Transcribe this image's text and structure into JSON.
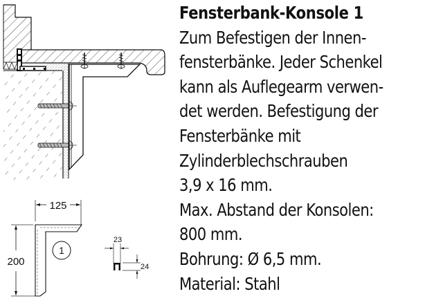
{
  "product": {
    "title": "Fensterbank-Konsole 1",
    "description_lines": [
      "Zum Befestigen der Innen-",
      "fensterbänke. Jeder Schenkel",
      "kann als Auflegearm verwen-",
      "det werden. Befestigung der",
      "Fensterbänke mit",
      "Zylinderblechschrauben",
      "3,9 x 16 mm.",
      "Max. Abstand der Konsolen:",
      "800 mm.",
      "Bohrung: Ø 6,5 mm.",
      "Material: Stahl"
    ]
  },
  "drawing": {
    "installation_view": "section-view",
    "bracket_view": {
      "width_label": "125",
      "height_label": "200",
      "item_number": "1"
    },
    "profile_view": {
      "width_label": "23",
      "height_label": "24"
    }
  },
  "colors": {
    "ink": "#111111",
    "background": "#ffffff"
  }
}
